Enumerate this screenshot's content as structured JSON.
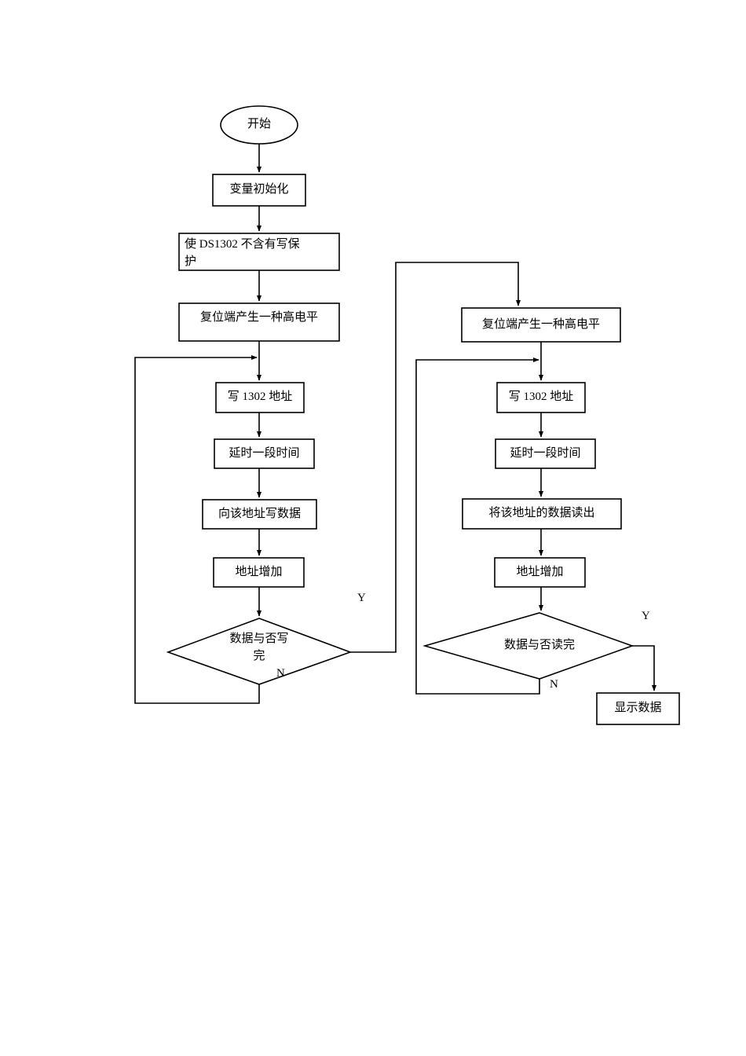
{
  "diagram": {
    "title": "DS1302 read/write flowchart",
    "background_color": "#ffffff",
    "stroke_color": "#000000",
    "text_color": "#000000"
  },
  "nodes": {
    "start": {
      "label": "开始",
      "shape": "ellipse"
    },
    "init_vars": {
      "label": "变量初始化",
      "shape": "process"
    },
    "disable_write_protect": {
      "label": "使 DS1302 不含有写保\n护",
      "shape": "process"
    },
    "reset_high_write": {
      "label": "复位端产生一种高电平",
      "shape": "process"
    },
    "write_addr_1302": {
      "label": "写 1302 地址",
      "shape": "process"
    },
    "delay_write": {
      "label": "延时一段时间",
      "shape": "process"
    },
    "write_data_to_addr": {
      "label": "向该地址写数据",
      "shape": "process"
    },
    "addr_increment_write": {
      "label": "地址增加",
      "shape": "process"
    },
    "decision_write_done": {
      "label": "数据与否写\n完",
      "shape": "decision"
    },
    "reset_high_read": {
      "label": "复位端产生一种高电平",
      "shape": "process"
    },
    "read_addr_1302": {
      "label": "写 1302 地址",
      "shape": "process"
    },
    "delay_read": {
      "label": "延时一段时间",
      "shape": "process"
    },
    "read_data_from_addr": {
      "label": "将该地址的数据读出",
      "shape": "process"
    },
    "addr_increment_read": {
      "label": "地址增加",
      "shape": "process"
    },
    "decision_read_done": {
      "label": "数据与否读完",
      "shape": "decision"
    },
    "display_data": {
      "label": "显示数据",
      "shape": "process"
    }
  },
  "branch_labels": {
    "write_yes": "Y",
    "write_no": "N",
    "read_yes": "Y",
    "read_no": "N"
  }
}
